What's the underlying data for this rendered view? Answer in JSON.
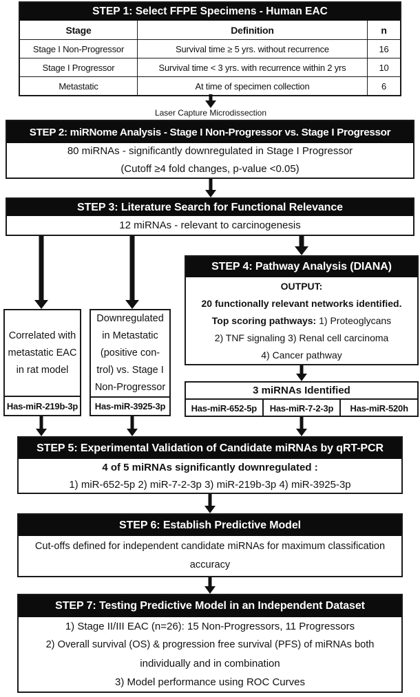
{
  "connector_label": "Laser Capture Microdissection",
  "step1": {
    "title": "STEP 1: Select FFPE Specimens - Human EAC",
    "headers": [
      "Stage",
      "Definition",
      "n"
    ],
    "rows": [
      {
        "stage": "Stage I Non-Progressor",
        "definition": "Survival time ≥ 5 yrs. without recurrence",
        "n": "16"
      },
      {
        "stage": "Stage I Progressor",
        "definition": "Survival time < 3 yrs. with recurrence within 2 yrs",
        "n": "10"
      },
      {
        "stage": "Metastatic",
        "definition": "At time of specimen collection",
        "n": "6"
      }
    ]
  },
  "step2": {
    "title": "STEP 2: miRNome Analysis - Stage I Non-Progressor vs. Stage I Progressor",
    "lines": [
      "80 miRNAs - significantly downregulated in Stage I Progressor",
      "(Cutoff ≥4 fold changes, p-value <0.05)"
    ]
  },
  "step3": {
    "title": "STEP 3: Literature Search for Functional Relevance",
    "line": "12 miRNAs - relevant to carcinogenesis"
  },
  "step4": {
    "title": "STEP 4: Pathway Analysis (DIANA)",
    "output_label": "OUTPUT:",
    "line1": "20 functionally relevant networks identified.",
    "line2_bold": "Top scoring pathways:",
    "line2_rest": " 1) Proteoglycans",
    "line3": "2) TNF signaling 3) Renal cell carcinoma",
    "line4": "4) Cancer pathway"
  },
  "branch_left": {
    "lines": [
      "Correlated with",
      "metastatic EAC",
      "in rat model"
    ],
    "mirna": "Has-miR-219b-3p"
  },
  "branch_mid": {
    "lines": [
      "Downregulated",
      "in Metastatic",
      "(positive con-",
      "trol) vs. Stage I",
      "Non-Progressor"
    ],
    "mirna": "Has-miR-3925-3p"
  },
  "mirnas_identified": {
    "title": "3 miRNAs Identified",
    "items": [
      "Has-miR-652-5p",
      "Has-miR-7-2-3p",
      "Has-miR-520h"
    ]
  },
  "step5": {
    "title": "STEP 5: Experimental Validation of Candidate miRNAs by qRT-PCR",
    "bold_line": "4 of 5 miRNAs significantly downregulated :",
    "line": "1) miR-652-5p 2) miR-7-2-3p 3) miR-219b-3p 4) miR-3925-3p"
  },
  "step6": {
    "title": "STEP 6: Establish Predictive Model",
    "lines": [
      "Cut-offs defined for independent candidate miRNAs for maximum classification",
      "accuracy"
    ]
  },
  "step7": {
    "title": "STEP 7: Testing Predictive Model in an Independent Dataset",
    "lines": [
      "1)  Stage II/III EAC (n=26): 15 Non-Progressors, 11 Progressors",
      "2)  Overall survival (OS) & progression free survival (PFS) of miRNAs both",
      "individually and in combination",
      "3) Model performance using ROC Curves"
    ]
  },
  "colors": {
    "header_bg": "#0c0c0c",
    "header_text": "#ffffff",
    "border": "#1a1a1a"
  }
}
